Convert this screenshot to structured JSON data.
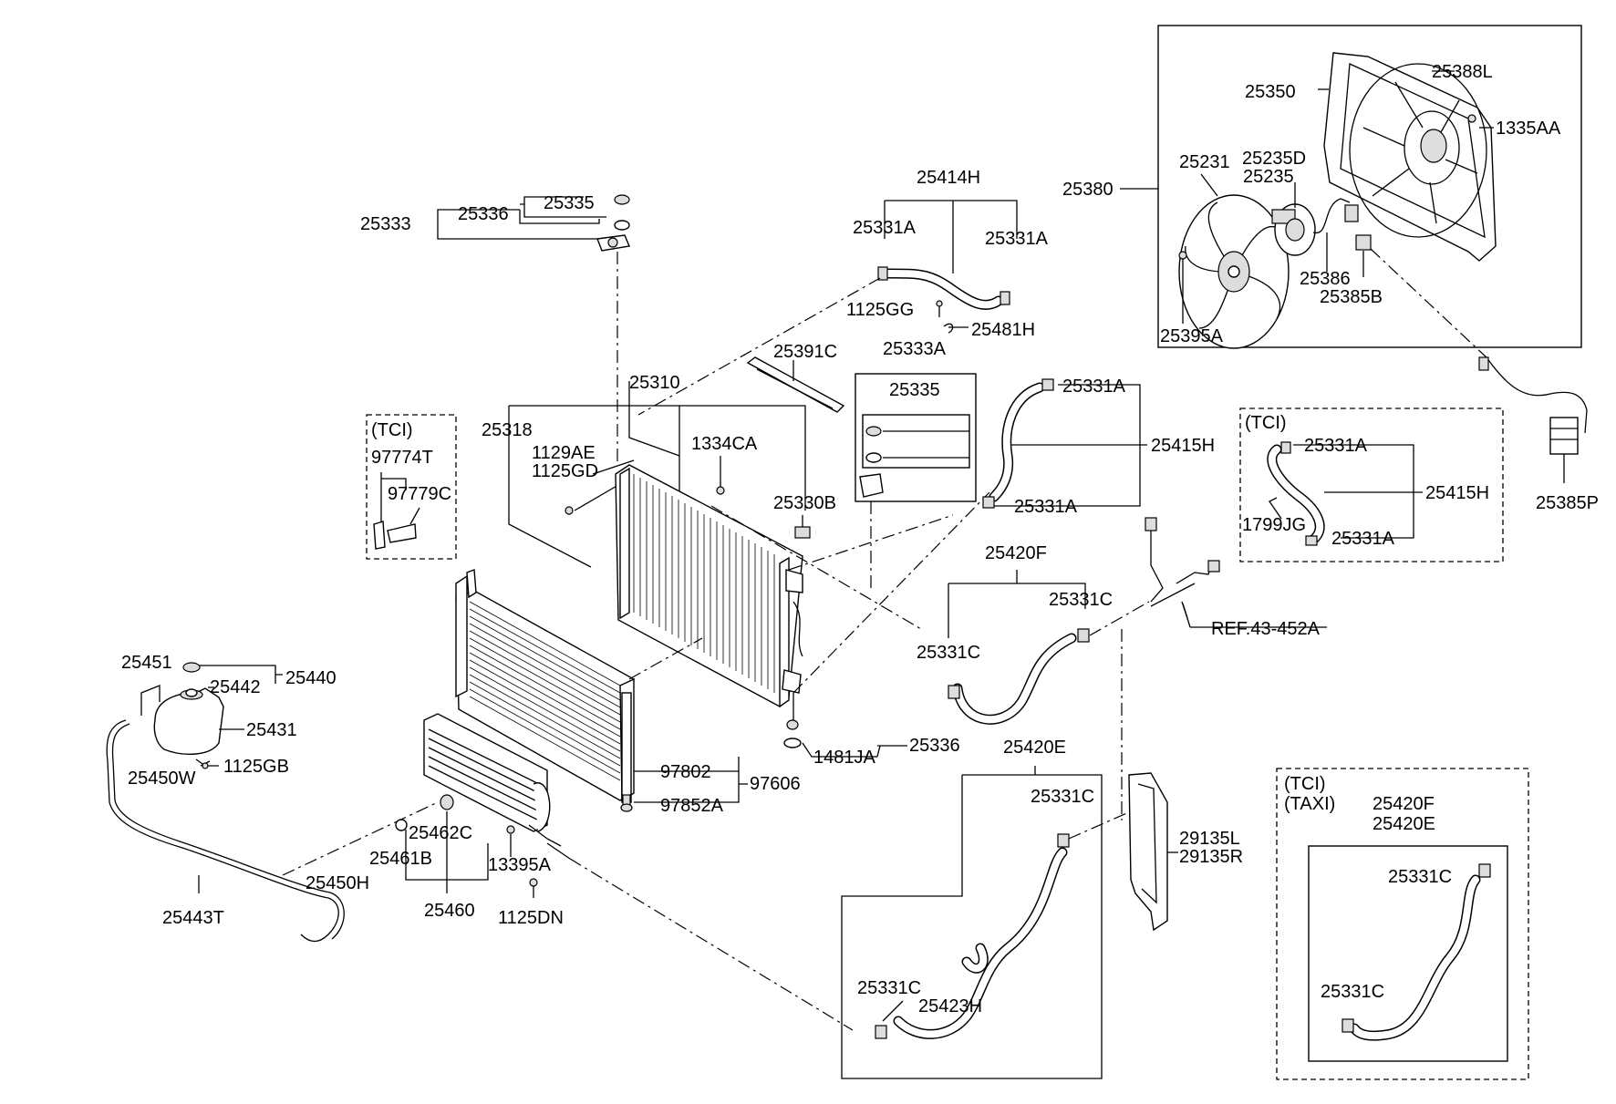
{
  "labels": {
    "p25333": "25333",
    "p25336a": "25336",
    "p25335a": "25335",
    "p25414H": "25414H",
    "p25331A_1": "25331A",
    "p25331A_2": "25331A",
    "p1125GG": "1125GG",
    "p25481H": "25481H",
    "p25391C": "25391C",
    "p25333A": "25333A",
    "p25335b": "25335",
    "p25310": "25310",
    "p25318": "25318",
    "p1129AE": "1129AE",
    "p1125GD": "1125GD",
    "p1334CA": "1334CA",
    "p25330B": "25330B",
    "p25331A_3": "25331A",
    "p25415H": "25415H",
    "p25331A_4": "25331A",
    "tci1": "(TCI)",
    "p97774T": "97774T",
    "p97779C": "97779C",
    "p25420F": "25420F",
    "p25331C_1": "25331C",
    "p25331C_2": "25331C",
    "ref": "REF.43-452A",
    "p25451": "25451",
    "p25442": "25442",
    "p25440": "25440",
    "p25431": "25431",
    "p1125GB": "1125GB",
    "p25450W": "25450W",
    "p1481JA": "1481JA",
    "p25336b": "25336",
    "p97802": "97802",
    "p97606": "97606",
    "p97852A": "97852A",
    "p25462C": "25462C",
    "p25461B": "25461B",
    "p13395A": "13395A",
    "p25450H": "25450H",
    "p25460": "25460",
    "p1125DN": "1125DN",
    "p25443T": "25443T",
    "p25420E": "25420E",
    "p25331C_3": "25331C",
    "p25331C_4": "25331C",
    "p25423H": "25423H",
    "p29135L": "29135L",
    "p29135R": "29135R",
    "tci3": "(TCI)",
    "taxi": "(TAXI)",
    "p25420F_b": "25420F",
    "p25420E_b": "25420E",
    "p25331C_5": "25331C",
    "p25331C_6": "25331C",
    "p25388L": "25388L",
    "p25350": "25350",
    "p1335AA": "1335AA",
    "p25380": "25380",
    "p25231": "25231",
    "p25235D": "25235D",
    "p25235": "25235",
    "p25386": "25386",
    "p25385B": "25385B",
    "p25395A": "25395A",
    "tci2": "(TCI)",
    "p25331A_5": "25331A",
    "p25415H_b": "25415H",
    "p1799JG": "1799JG",
    "p25331A_6": "25331A",
    "p25385P": "25385P"
  },
  "icons": [
    "radiator",
    "condenser",
    "oil-cooler",
    "reservoir",
    "cooling-fan",
    "fan-shroud",
    "fan-motor",
    "hose",
    "clamp",
    "radiator-cap",
    "resistor"
  ]
}
